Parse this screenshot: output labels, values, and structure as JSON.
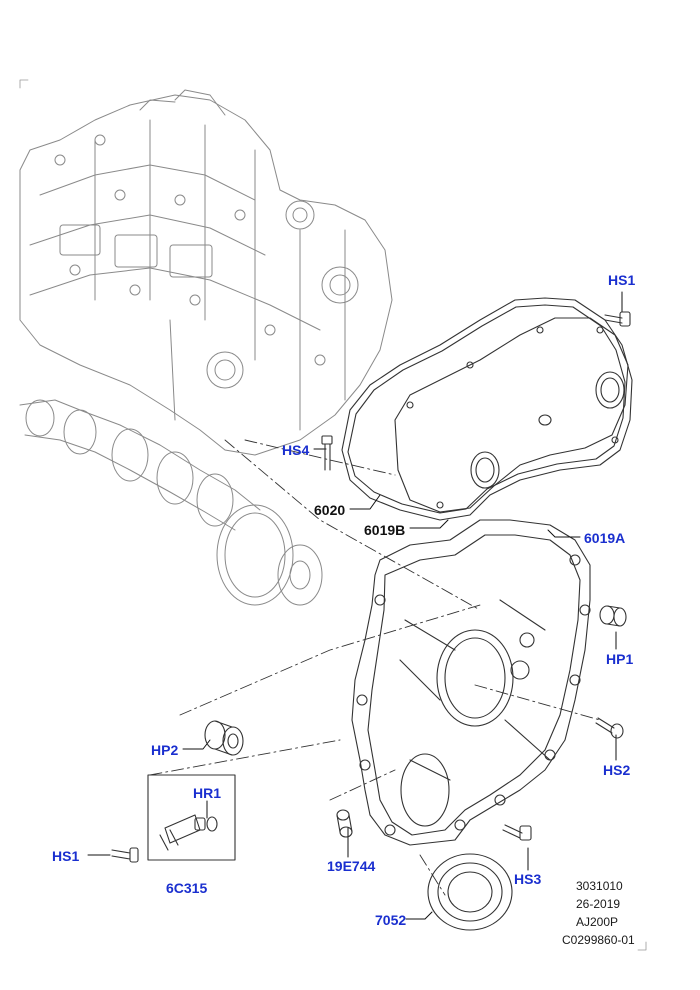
{
  "colors": {
    "link_callout": "#1a2fcf",
    "plain_callout": "#111111",
    "linework": "#333333"
  },
  "callouts": {
    "hs1_top": "HS1",
    "hs4": "HS4",
    "p6020": "6020",
    "p6019b": "6019B",
    "p6019a": "6019A",
    "hp1": "HP1",
    "hp2": "HP2",
    "hs2": "HS2",
    "hr1": "HR1",
    "hs1_left": "HS1",
    "p6c315": "6C315",
    "p19e744": "19E744",
    "hs3": "HS3",
    "p7052": "7052"
  },
  "meta": {
    "code": "3031010",
    "date": "26-2019",
    "engine": "AJ200P",
    "ref": "C0299860-01"
  }
}
